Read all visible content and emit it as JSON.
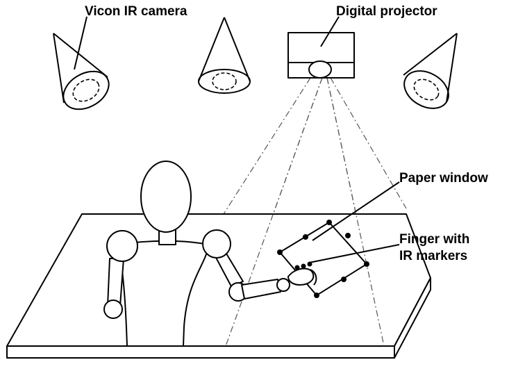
{
  "labels": {
    "camera": "Vicon IR camera",
    "projector": "Digital projector",
    "paper_window": "Paper window",
    "finger_line1": "Finger with",
    "finger_line2": "IR markers"
  },
  "icons": [
    "camera-cone-icon",
    "projector-icon",
    "mannequin-figure",
    "table-surface",
    "paper-window-outline"
  ]
}
